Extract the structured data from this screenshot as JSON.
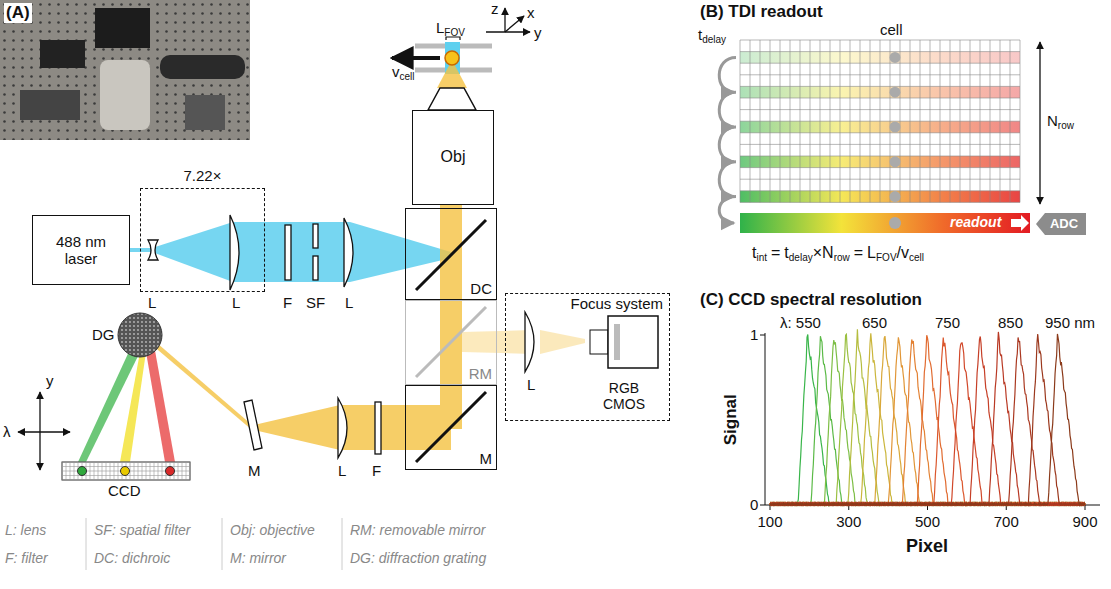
{
  "diagram": {
    "nodes": [
      {
        "text": [
          "488 nm laser"
        ]
      },
      {
        "text": [
          "7.22×"
        ]
      },
      {
        "text": [
          "Obj"
        ]
      },
      {
        "text": [
          "DC"
        ]
      },
      {
        "text": [
          "RM"
        ]
      },
      {
        "text": [
          "M"
        ]
      },
      {
        "text": [
          "Focus system"
        ]
      },
      {
        "text": [
          "RGB CMOS"
        ],
        "in": 6
      },
      {
        "text": [
          "ADC"
        ]
      }
    ],
    "labels": [
      "(A)",
      "L",
      "L",
      "F",
      "SF",
      "L",
      "z",
      "x",
      "y",
      "L",
      "FOV",
      "v",
      "cell",
      "L",
      "DG",
      "CCD",
      "M",
      "L",
      "F",
      "y",
      "λ",
      "L: lens",
      "SF: spatial filter",
      "Obj: objective",
      "RM: removable mirror",
      "F: filter",
      "DC: dichroic",
      "M: mirror",
      "DG: diffraction grating",
      "(B) TDI readout",
      "t",
      "delay",
      "cell",
      "N",
      "row",
      "readout",
      "t",
      "int",
      "=",
      "t",
      "delay",
      "×",
      "N",
      "row",
      "=",
      "L",
      "FOV",
      "/",
      "v",
      "cell",
      "(C) CCD spectral resolution",
      "λ: 550",
      "650",
      "750",
      "850",
      "950 nm",
      "Signal",
      "1",
      "0",
      "100",
      "300",
      "500",
      "700",
      "900",
      "Pixel"
    ]
  }
}
